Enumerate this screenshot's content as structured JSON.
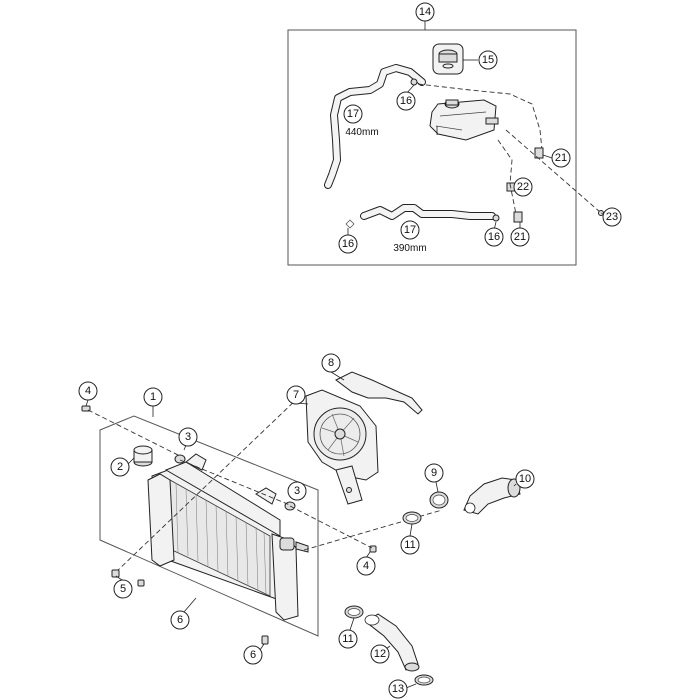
{
  "callouts": {
    "c1": "1",
    "c2": "2",
    "c3a": "3",
    "c3b": "3",
    "c4a": "4",
    "c4b": "4",
    "c5": "5",
    "c6a": "6",
    "c6b": "6",
    "c7": "7",
    "c8": "8",
    "c9": "9",
    "c10": "10",
    "c11a": "11",
    "c11b": "11",
    "c12": "12",
    "c13": "13",
    "c14": "14",
    "c15": "15",
    "c16a": "16",
    "c16b": "16",
    "c16c": "16",
    "c17a": "17",
    "c17b": "17",
    "c21a": "21",
    "c21b": "21",
    "c22": "22",
    "c23": "23"
  },
  "hose_lengths": {
    "upper": "440mm",
    "lower": "390mm"
  }
}
